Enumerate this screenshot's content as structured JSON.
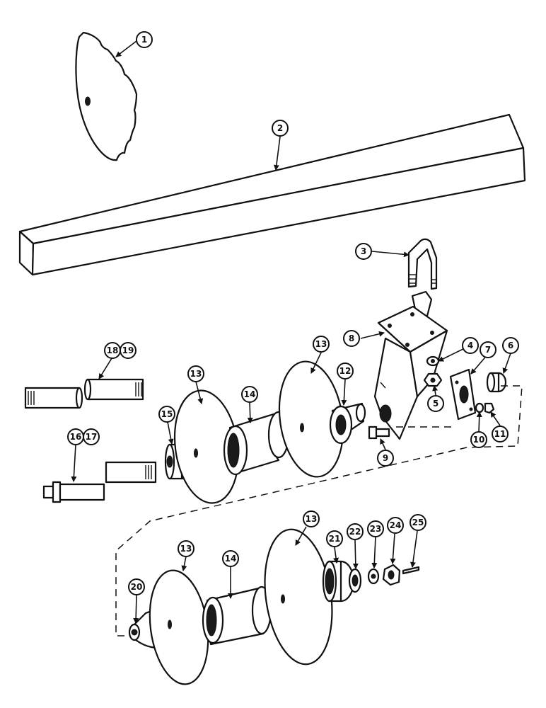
{
  "callouts": {
    "c1": "1",
    "c2": "2",
    "c3": "3",
    "c4": "4",
    "c5": "5",
    "c6": "6",
    "c7": "7",
    "c8": "8",
    "c9": "9",
    "c10": "10",
    "c11": "11",
    "c12": "12",
    "c13a": "13",
    "c13b": "13",
    "c13c": "13",
    "c13d": "13",
    "c14a": "14",
    "c14b": "14",
    "c15": "15",
    "c16": "16",
    "c17": "17",
    "c18": "18",
    "c19": "19",
    "c20": "20",
    "c21": "21",
    "c22": "22",
    "c23": "23",
    "c24": "24",
    "c25": "25"
  }
}
